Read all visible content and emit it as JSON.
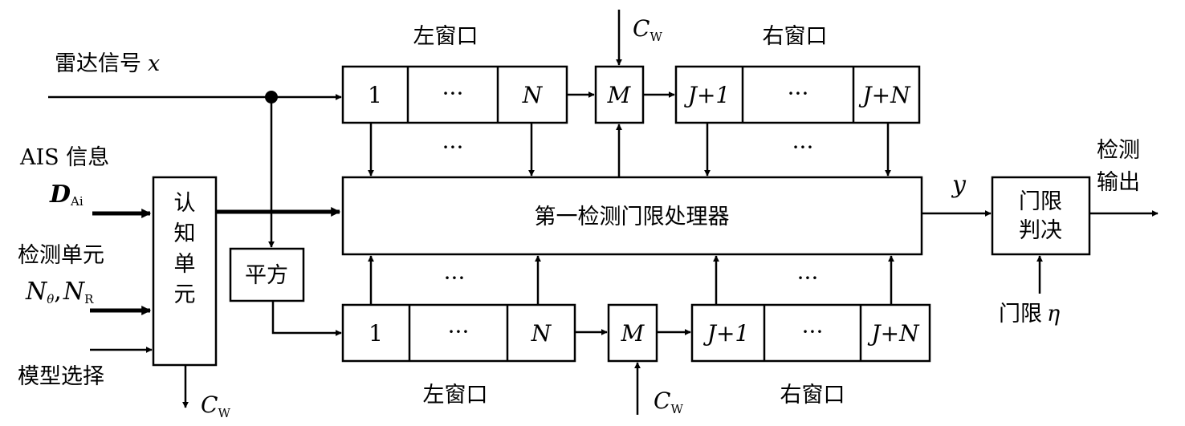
{
  "labels": {
    "radar_signal": "雷达信号",
    "radar_var": "x",
    "ais_info": "AIS 信息",
    "ais_var": "D",
    "ais_sub": "Ai",
    "detect_unit": "检测单元",
    "n_theta": "N",
    "theta_sub": "θ",
    "comma": ",",
    "n_r": "N",
    "r_sub": "R",
    "model_select": "模型选择",
    "cognitive_unit": [
      "认",
      "知",
      "单",
      "元"
    ],
    "square": "平方",
    "processor": "第一检测门限处理器",
    "threshold_decision": [
      "门限",
      "判决"
    ],
    "threshold": "门限",
    "eta": "η",
    "output": [
      "检测",
      "输出"
    ],
    "y": "y",
    "cw_main": "C",
    "cw_sub": "W"
  },
  "top_row": {
    "left_window_title": "左窗口",
    "right_window_title": "右窗口",
    "left_cells": [
      "1",
      "···",
      "N"
    ],
    "center_cell": "M",
    "right_cells": [
      "J+1",
      "···",
      "J+N"
    ],
    "between_arrows_dots": "···"
  },
  "bottom_row": {
    "left_window_title": "左窗口",
    "right_window_title": "右窗口",
    "left_cells": [
      "1",
      "···",
      "N"
    ],
    "center_cell": "M",
    "right_cells": [
      "J+1",
      "···",
      "J+N"
    ],
    "between_arrows_dots": "···"
  }
}
